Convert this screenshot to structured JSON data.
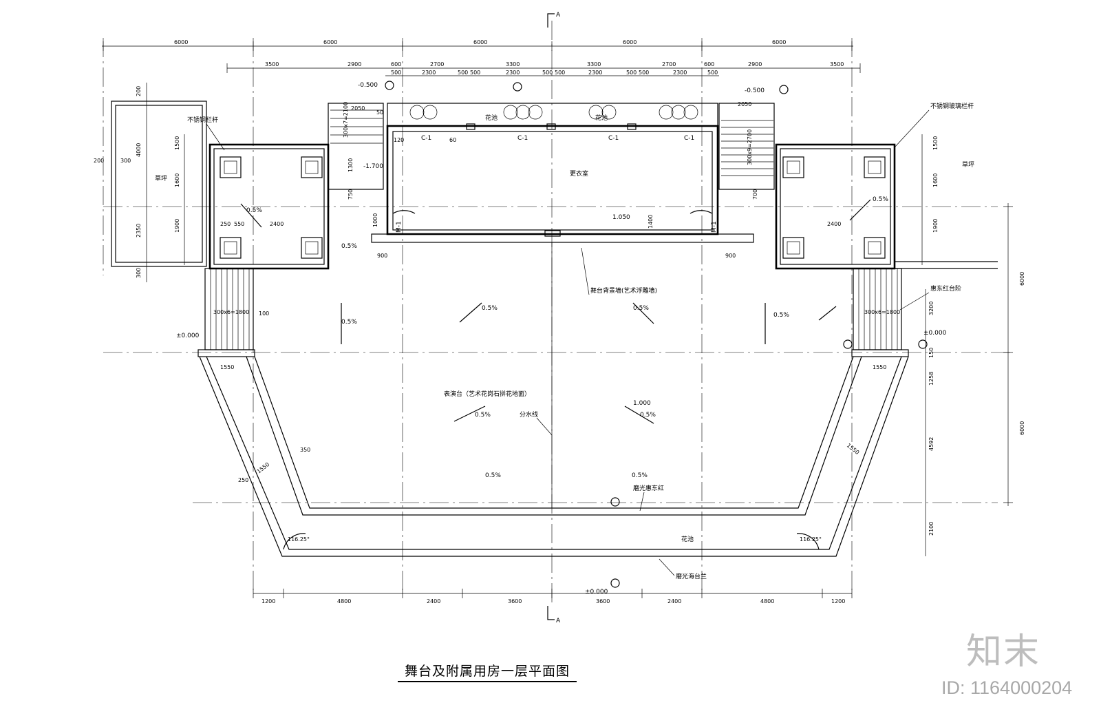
{
  "title": "舞台及附属用房一层平面图",
  "brand": {
    "logo_text": "知末",
    "image_id": "ID: 1164000204"
  },
  "section_marks": [
    "A",
    "A"
  ],
  "labels": {
    "dressing_room": "更衣室",
    "flower_bed_top": "花池",
    "flower_bed_top2": "花池",
    "flower_bed_bottom": "花池",
    "lawn_left": "草坪",
    "lawn_right": "草坪",
    "stainless_rail": "不锈钢栏杆",
    "stainless_glass_rail": "不锈钢玻璃栏杆",
    "stage_wall": "舞台背景墙(艺术浮雕墙)",
    "performance_stage": "表演台（艺术花岗石拼花地面）",
    "watershed": "分水线",
    "red_steps": "惠东红台阶",
    "polished_red": "磨光惠东红",
    "polished_white": "磨光海台兰",
    "window_c1": "C-1",
    "door_m1": "M-1"
  },
  "elevations": [
    "-0.500",
    "-0.500",
    "-1.700",
    "1.050",
    "±0.000",
    "±0.000",
    "1.000",
    "±0.000"
  ],
  "slopes": [
    "0.5%",
    "0.5%",
    "0.5%",
    "0.5%",
    "0.5%",
    "0.5%",
    "0.5%",
    "0.5%",
    "0.5%",
    "0.5%",
    "0.5%"
  ],
  "angles": [
    "116.25°",
    "116.25°"
  ],
  "dims_top1": [
    "6000",
    "6000",
    "6000",
    "6000",
    "6000"
  ],
  "dims_top2": [
    "3500",
    "2900",
    "600",
    "2700",
    "3300",
    "3300",
    "2700",
    "600",
    "2900",
    "3500"
  ],
  "dims_top3": [
    "500",
    "2300",
    "500",
    "500",
    "2300",
    "500",
    "500",
    "2300",
    "500",
    "500",
    "2300",
    "500"
  ],
  "dims_bottom": [
    "1200",
    "4800",
    "2400",
    "3600",
    "3600",
    "2400",
    "4800",
    "1200"
  ],
  "dims_left": [
    "200",
    "4000",
    "200",
    "300",
    "2350",
    "300"
  ],
  "dims_left2": [
    "1500",
    "1600",
    "1900"
  ],
  "dims_right": [
    "1500",
    "1600",
    "1900",
    "6000",
    "6000"
  ],
  "dims_right2": [
    "3200",
    "150",
    "1258",
    "4592",
    "2100"
  ],
  "dims_misc": [
    "300x6=1800",
    "300x6=1800",
    "300x7=2100",
    "300x9=2700",
    "2050",
    "2050",
    "2400",
    "2400",
    "1550",
    "1550",
    "1550",
    "1550",
    "900",
    "900",
    "1000",
    "1400",
    "120",
    "60",
    "750",
    "700",
    "1300",
    "350",
    "250",
    "100",
    "50",
    "550",
    "250"
  ]
}
